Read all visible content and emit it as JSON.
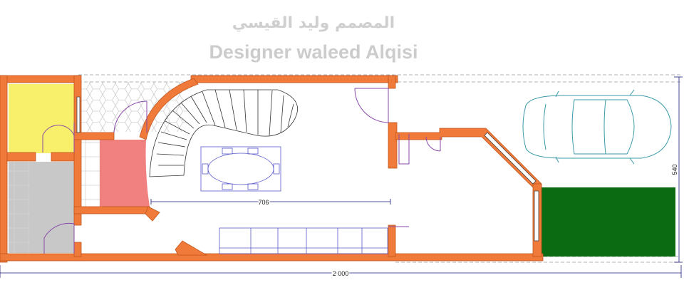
{
  "watermark": {
    "arabic_name": "المصمم وليد القيسي",
    "english_name": "Designer waleed Alqisi"
  },
  "dimensions": {
    "inner_length": "706",
    "total_length": "2 000",
    "total_width": "540"
  },
  "colors": {
    "wall": "#f07a3a",
    "wall_stroke": "#c2561d",
    "room_yellow": "#f8f06a",
    "room_grey": "#c8c8c8",
    "room_pink": "#f18080",
    "lawn": "#0a6b12",
    "furniture": "#5a5acc",
    "car": "#3a9aa8",
    "door": "#8a4aa8",
    "dimension": "#1a1a7a"
  }
}
